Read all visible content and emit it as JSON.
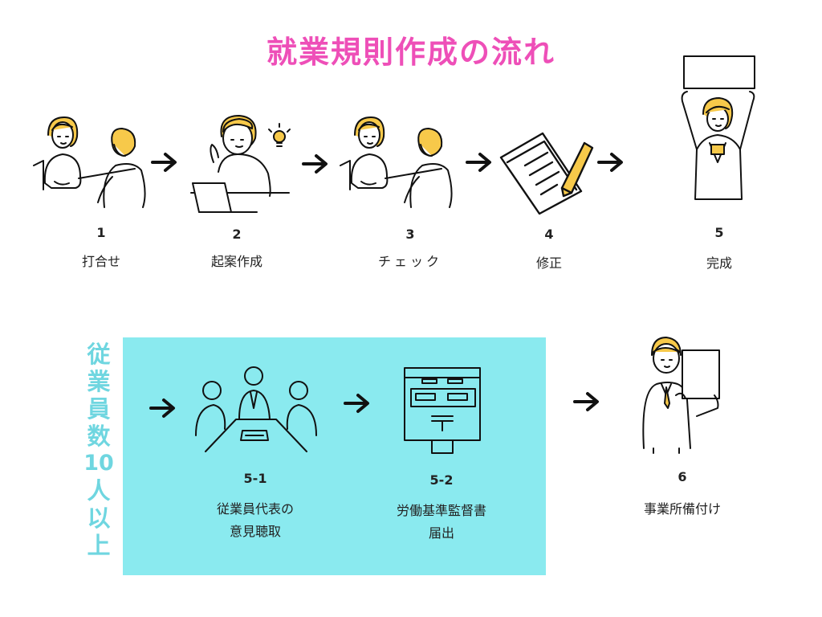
{
  "title": "就業規則作成の流れ",
  "colors": {
    "title": "#ee4fb8",
    "accent": "#6fd6e0",
    "band": "#8aeaef",
    "hair": "#f7c94a",
    "ink": "#111111"
  },
  "steps": [
    {
      "num": "1",
      "label": "打合せ"
    },
    {
      "num": "2",
      "label": "起案作成"
    },
    {
      "num": "3",
      "label": "チェック"
    },
    {
      "num": "4",
      "label": "修正"
    },
    {
      "num": "5",
      "label": "完成"
    },
    {
      "num": "5-1",
      "label_lines": [
        "従業員代表の",
        "意見聴取"
      ]
    },
    {
      "num": "5-2",
      "label_lines": [
        "労働基準監督書",
        "届出"
      ]
    },
    {
      "num": "6",
      "label": "事業所備付け"
    }
  ],
  "side_label": [
    "従",
    "業",
    "員",
    "数",
    "10",
    "人",
    "以",
    "上"
  ],
  "icons": {
    "meeting": "meeting-illustration",
    "drafting": "laptop-idea-illustration",
    "check": "meeting-illustration",
    "revise": "document-pencil-illustration",
    "complete": "person-holding-sign-illustration",
    "hearing": "conference-table-illustration",
    "submit": "postbox-illustration",
    "keep": "man-holding-document-illustration",
    "arrow": "arrow-right-icon"
  }
}
